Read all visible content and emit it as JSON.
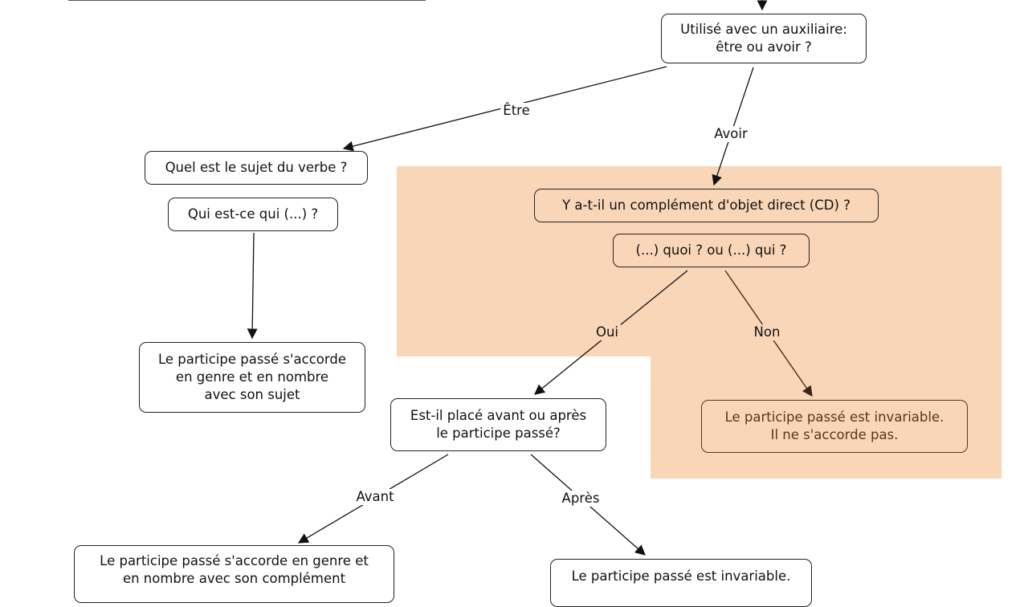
{
  "colors": {
    "highlight": "#f9d6b8",
    "line": "#111111",
    "brown_text": "#5a3617"
  },
  "nodes": {
    "auxiliaire": [
      "Utilisé avec un auxiliaire:",
      "être ou avoir ?"
    ],
    "sujet_question": [
      "Quel est le sujet du verbe ?"
    ],
    "qui_est_ce": [
      "Qui est-ce qui (...) ?"
    ],
    "accord_sujet": [
      "Le participe passé s'accorde",
      "en genre et en nombre",
      "avec son sujet"
    ],
    "cd_question": [
      "Y a-t-il un complément d'objet direct (CD) ?"
    ],
    "quoi_qui": [
      "(...) quoi ? ou (...) qui ?"
    ],
    "invariable_non": [
      "Le participe passé est invariable.",
      "Il ne s'accorde pas."
    ],
    "place_question": [
      "Est-il placé avant ou après",
      "le participe passé?"
    ],
    "accord_complement": [
      "Le participe passé s'accorde en genre et",
      "en nombre avec son complément"
    ],
    "invariable_apres": [
      "Le participe passé est invariable."
    ]
  },
  "edge_labels": {
    "etre": "Être",
    "avoir": "Avoir",
    "oui": "Oui",
    "non": "Non",
    "avant": "Avant",
    "apres": "Après"
  }
}
